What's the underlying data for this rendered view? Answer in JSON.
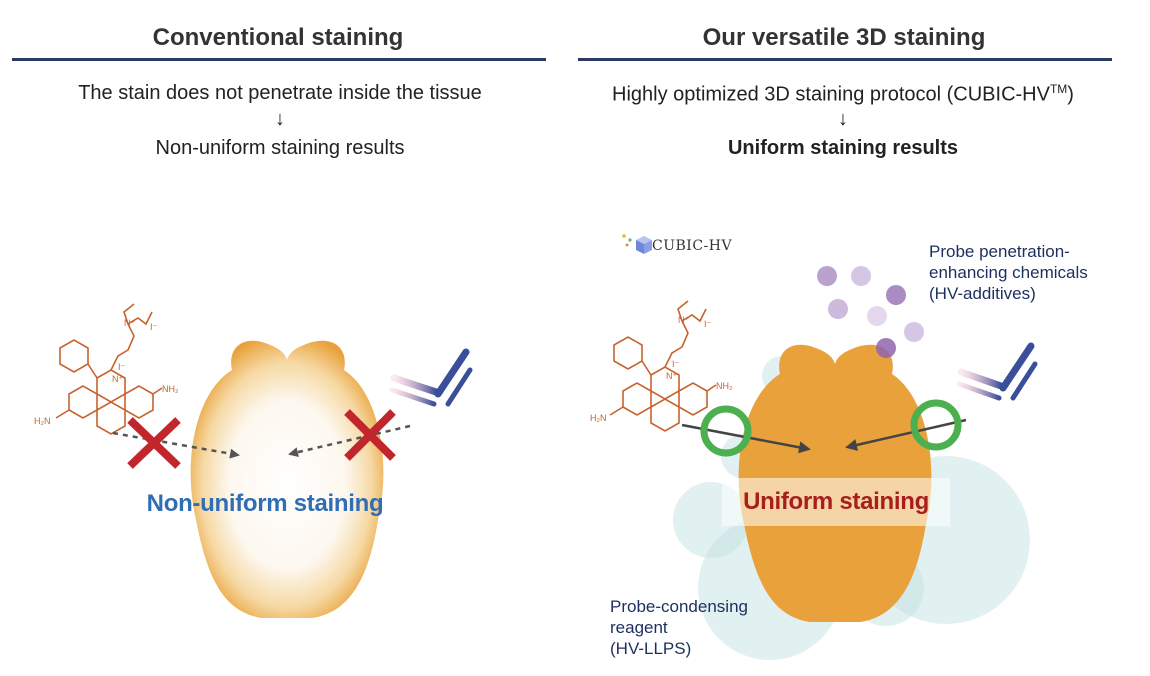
{
  "left_panel": {
    "title": "Conventional staining",
    "line1": "The stain does not penetrate inside the tissue",
    "arrow": "↓",
    "line2": "Non-uniform staining results",
    "result": "Non-uniform staining"
  },
  "right_panel": {
    "title": "Our versatile 3D staining",
    "line1_prefix": "Highly optimized 3D staining protocol (CUBIC-HV",
    "line1_sup": "TM",
    "line1_suffix": ")",
    "arrow": "↓",
    "line2": "Uniform staining results",
    "logo_text": "CUBIC-HV",
    "label_enhancing": "Probe penetration-enhancing chemicals (HV-additives)",
    "label_enhancing_lines": [
      "Probe penetration-",
      "enhancing chemicals",
      "(HV-additives)"
    ],
    "label_condensing_lines": [
      "Probe-condensing",
      "reagent",
      "(HV-LLPS)"
    ],
    "result": "Uniform staining"
  },
  "chem": {
    "nh2": "NH₂",
    "h2n": "H₂N",
    "nplus": "N⁺",
    "iminus": "I⁻"
  },
  "colors": {
    "heading_rule": "#2b3a5e",
    "organ_orange": "#e9a23b",
    "non_uniform_text": "#2f6db5",
    "uniform_text": "#a81e1e",
    "cross_red": "#c0262c",
    "ring_green": "#4caf50",
    "dye_orange": "#c8622c",
    "additive_purple": "#9b7ab8",
    "llps_teal": "#c9e3e3"
  }
}
